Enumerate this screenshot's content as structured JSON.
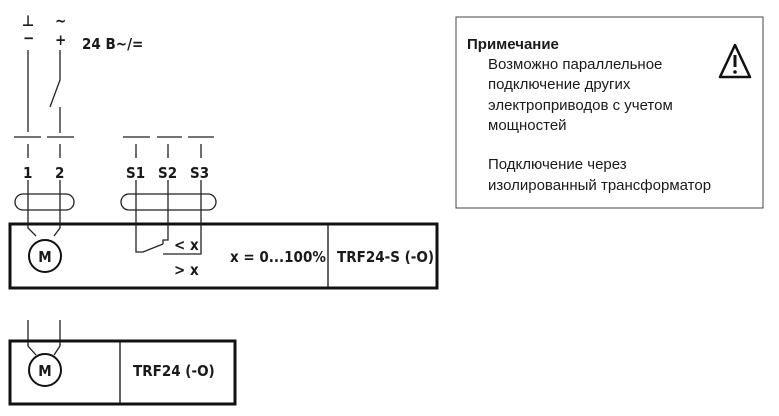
{
  "supply": {
    "ground_symbol": "⊥",
    "minus": "−",
    "ac_symbol": "~",
    "plus": "+",
    "voltage": "24 B~/="
  },
  "terminals": [
    "1",
    "2",
    "S1",
    "S2",
    "S3"
  ],
  "switch_labels": {
    "less": "< x",
    "greater": "> x"
  },
  "range": "x = 0...100%",
  "models": {
    "with_switch": "TRF24-S (-O)",
    "basic": "TRF24 (-O)"
  },
  "motor_label": "M",
  "note": {
    "title": "Примечание",
    "lines": [
      "Возможно параллельное",
      "подключение других",
      "электроприводов с учетом",
      "мощностей"
    ],
    "lines2": [
      "Подключение через",
      "изолированный трансформатор"
    ],
    "icon": "warning-icon"
  }
}
